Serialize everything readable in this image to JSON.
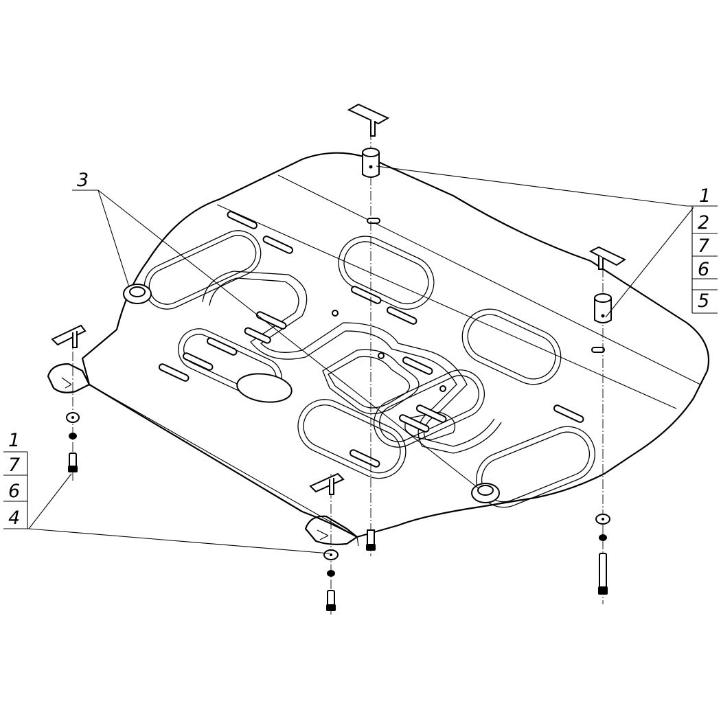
{
  "labels": {
    "left_top": "3",
    "right_stack": [
      "1",
      "2",
      "7",
      "6",
      "5"
    ],
    "left_stack": [
      "1",
      "7",
      "6",
      "4"
    ]
  }
}
